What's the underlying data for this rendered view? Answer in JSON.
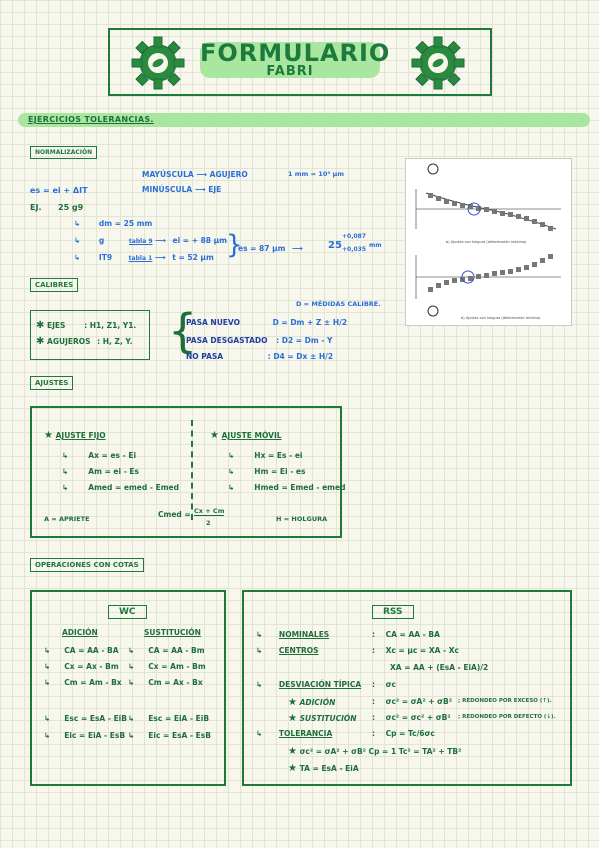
{
  "title": {
    "line1": "FORMULARIO",
    "line2": "FABRI"
  },
  "section_tolerancias": "EJERCICIOS TOLERANCIAS.",
  "normalizacion": {
    "tag": "NORMALIZACIÓN",
    "mayus": "MAYÚSCULA",
    "agujero": "AGUJERO",
    "minus": "MINÚSCULA",
    "eje": "EJE",
    "unit": "1 mm = 10³ μm",
    "formula": "es = ei + ΔIT",
    "ej_label": "EJ.",
    "ej_value": "25 g9",
    "dm": "dm = 25 mm",
    "row_g": "g",
    "row_it": "IT9",
    "tabla_g": "tabla 9",
    "tabla_it": "tabla 1",
    "ei": "ei = + 88 μm",
    "t": "t = 52 μm",
    "es": "es = 87 μm",
    "result_base": "25",
    "result_sup": "+0,087",
    "result_sub": "+0,035",
    "result_unit": "mm"
  },
  "calibres": {
    "tag": "CALIBRES",
    "ejes": "EJES",
    "ejes_vals": ": H1, Z1, Y1.",
    "agujeros": "AGUJEROS",
    "agujeros_vals": ": H, Z, Y.",
    "d_note": "D = MÉDIDAS CALIBRE.",
    "pasa_nuevo": "PASA NUEVO",
    "pasa_nuevo_f": "D = Dm + Z ± H/2",
    "pasa_desg": "PASA DESGASTADO",
    "pasa_desg_f": ": D2 = Dm - Y",
    "no_pasa": "NO PASA",
    "no_pasa_f": ": D4 = Dx ± H/2"
  },
  "ajustes": {
    "tag": "AJUSTES",
    "fijo": "AJUSTE FIJO",
    "movil": "AJUSTE MÓVIL",
    "f1": "Ax = es - Ei",
    "f2": "Am = ei - Es",
    "f3": "Amed = emed - Emed",
    "m1": "Hx = Es - ei",
    "m2": "Hm = Ei - es",
    "m3": "Hmed = Emed - emed",
    "apriete": "A = APRIETE",
    "cmed_left": "Cmed =",
    "cmed_num": "Cx + Cm",
    "cmed_den": "2",
    "holgura": "H = HOLGURA"
  },
  "operaciones": {
    "tag": "OPERACIONES CON COTAS",
    "wc": "WC",
    "adicion": "ADICIÓN",
    "sustitucion": "SUSTITUCIÓN",
    "a1": "CA = AA - BA",
    "a2": "Cx = Ax - Bm",
    "a3": "Cm = Am - Bx",
    "s1": "CA = AA - Bm",
    "s2": "Cx = Am - Bm",
    "s3": "Cm = Ax - Bx",
    "a4": "Esc = EsA - EiB",
    "a5": "Eic = EiA - EsB",
    "s4": "Esc = EiA - EiB",
    "s5": "Eic = EsA - EsB",
    "rss": "RSS",
    "nominales": "NOMINALES",
    "nominales_f": "CA = AA - BA",
    "centros": "CENTROS",
    "centros_f": "Xc = μc = XA - Xc",
    "centros_f2": "XA = AA + (EsA - EiA)/2",
    "desv": "DESVIACIÓN TÍPICA",
    "desv_f": "σc",
    "adicion2": "ADICIÓN",
    "adicion2_f": "σc² = σA² + σB²",
    "adicion2_note": "; REDONDEO POR EXCESO (↑).",
    "sust2": "SUSTITUCIÓN",
    "sust2_f": "σc² = σc² + σB²",
    "sust2_note": "; REDONDEO POR DEFECTO (↓).",
    "tol": "TOLERANCIA",
    "tol_f": "Cp = Tc/6σc",
    "tol_f2": "σc² = σA² + σB²  Cp = 1  Tc² = TA² + TB²",
    "tol_f3": "TA = EsA - EiA"
  },
  "figure": {
    "label_top": "b) Ajustes con holgura (deformación máxima)",
    "label_bottom": "b) Ajustes con holgura (deformación mínima)"
  },
  "colors": {
    "green": "#1e7a3c",
    "light_green": "#a9e7a0",
    "blue": "#2a6fd6"
  }
}
